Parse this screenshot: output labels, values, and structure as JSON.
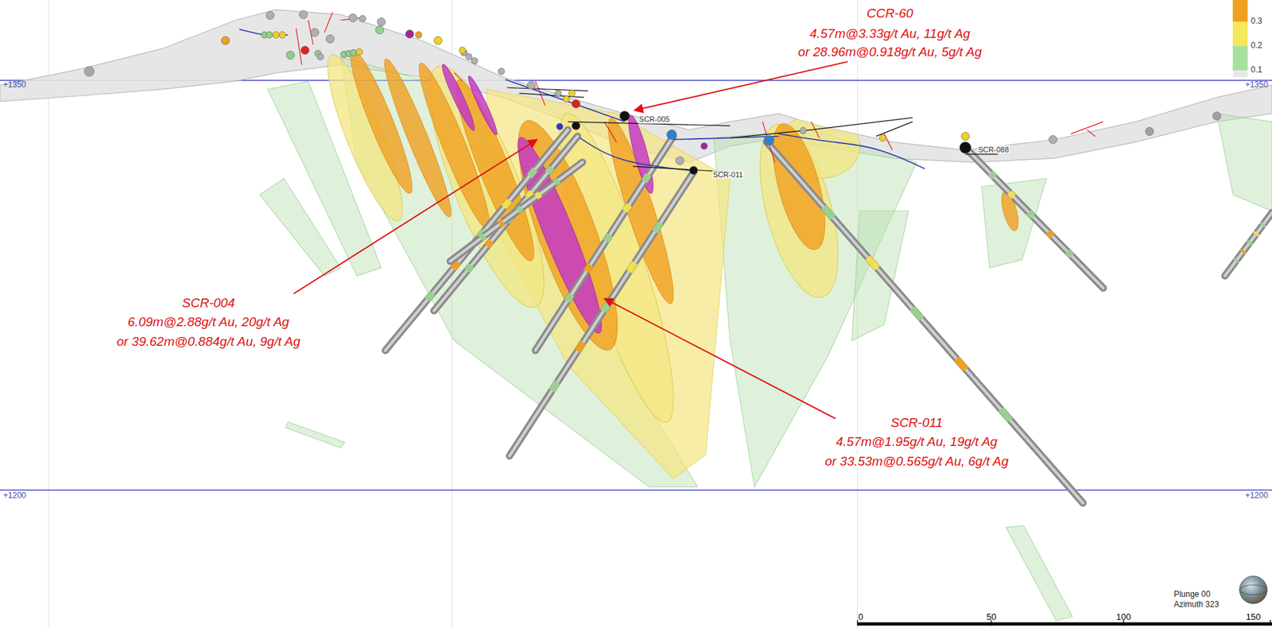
{
  "diagram": {
    "labels": [
      "CCR-60",
      "4.57m@3.33g/t Au, 11g/t Ag",
      "or 28.96m@0.918g/t Au, 5g/t Ag",
      "SCR-004",
      "6.09m@2.88g/t Au, 20g/t Ag",
      "or 39.62m@0.884g/t Au, 9g/t Ag",
      "SCR-011",
      "4.57m@1.95g/t Au, 19g/t Ag",
      "or 33.53m@0.565g/t Au, 6g/t Ag",
      "SCR-005",
      "SCR-011",
      "SCR-088",
      "+1350",
      "+1350",
      "+1200",
      "+1200",
      "0",
      "50",
      "100",
      "150",
      "Plunge 00",
      "Azimuth 323"
    ],
    "legend": [
      {
        "text": "0.3",
        "color": "#f0a020"
      },
      {
        "text": "0.2",
        "color": "#f5e85a"
      },
      {
        "text": "0.1",
        "color": "#a8e0a0"
      }
    ]
  }
}
